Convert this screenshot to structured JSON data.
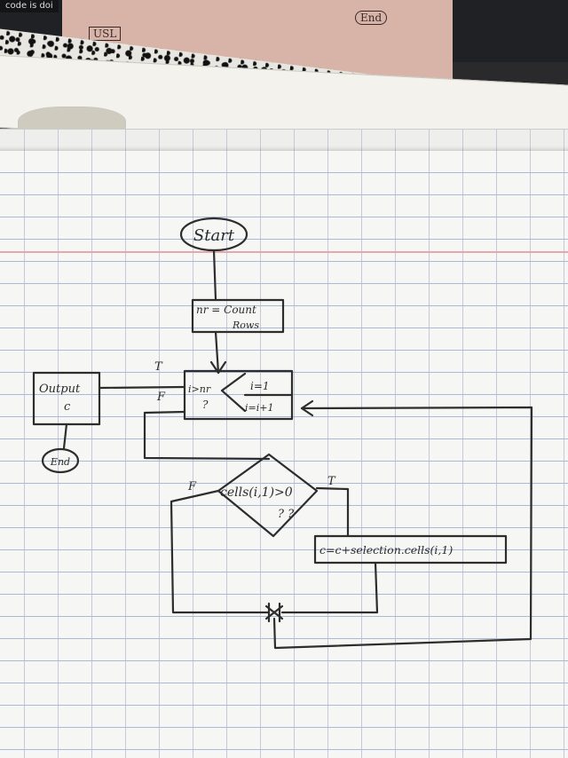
{
  "background": {
    "laptop_tag": "code is doi",
    "screen_fragment": {
      "text_left": "USL",
      "text_right": "End"
    }
  },
  "flowchart": {
    "start": "Start",
    "assign_nr": {
      "line1": "nr = Count",
      "line2": "Rows"
    },
    "loop": {
      "condition": "i>nr",
      "question": "?",
      "init": "i=1",
      "increment": "i=i+1"
    },
    "output": {
      "line1": "Output",
      "line2": "c"
    },
    "end": "End",
    "decision": {
      "condition": "cells(i,1)>0",
      "question": "? ?"
    },
    "process": "c=c+selection.cells(i,1)",
    "labels": {
      "true_top": "T",
      "false_top": "F",
      "false_left": "F",
      "true_right": "T"
    }
  },
  "colors": {
    "ink": "#2d2d2d",
    "paper": "#f6f6f4",
    "rule_lines": "#a9b9d8",
    "margin_line": "#e6a7ad",
    "screen": "#d7b3a8"
  }
}
